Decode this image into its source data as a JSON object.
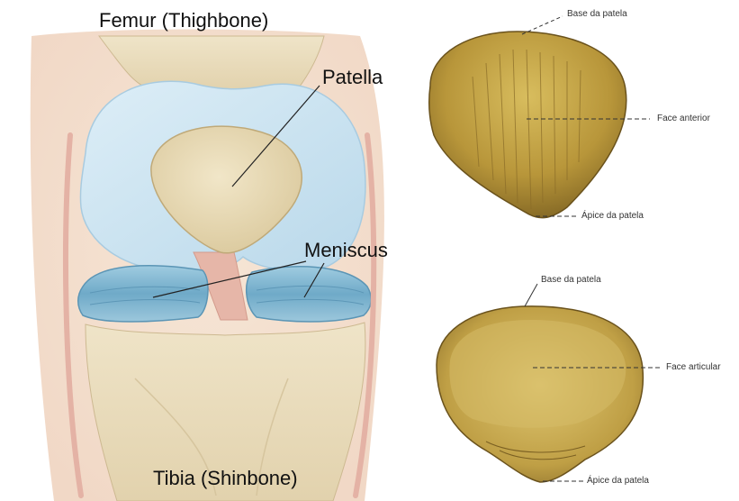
{
  "knee_illustration": {
    "labels": {
      "femur": "Femur (Thighbone)",
      "patella": "Patella",
      "meniscus": "Meniscus",
      "tibia": "Tibia (Shinbone)"
    }
  },
  "patella_anterior": {
    "labels": {
      "base": "Base da patela",
      "face": "Face anterior",
      "apex": "Ápice da patela"
    }
  },
  "patella_posterior": {
    "labels": {
      "base": "Base da patela",
      "face": "Face articular",
      "apex": "Ápice da patela"
    }
  },
  "colors": {
    "bone": "#e9dcbd",
    "cartilage": "#c9e3f0",
    "meniscus": "#7fb8d2",
    "ligament": "#e8b9ad",
    "patella_specimen": "#b89a3a"
  }
}
